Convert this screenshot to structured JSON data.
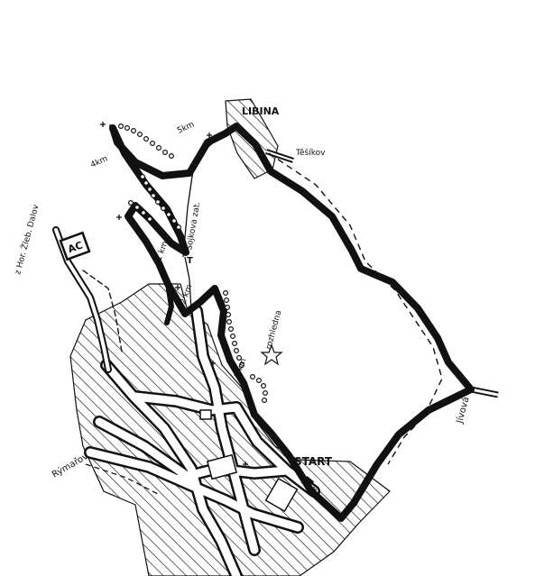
{
  "map": {
    "ink": "#111111",
    "paper": "#ffffff",
    "labels": {
      "start": "START",
      "libina": "LIBINA",
      "jivova": "Jívová",
      "rymarov": "Rýmařov",
      "terikov": "Těšíkov",
      "rozhledna": "rozhledna",
      "sojkova": "Šojkova zat.",
      "hor_zleb": "z Hor. Žleb. Dalov",
      "ac": "AC",
      "km5": "5km",
      "km4": "4km",
      "km1a": "1 km",
      "km1b": "1 km",
      "km2": "2 km",
      "t_marker": "T"
    }
  }
}
